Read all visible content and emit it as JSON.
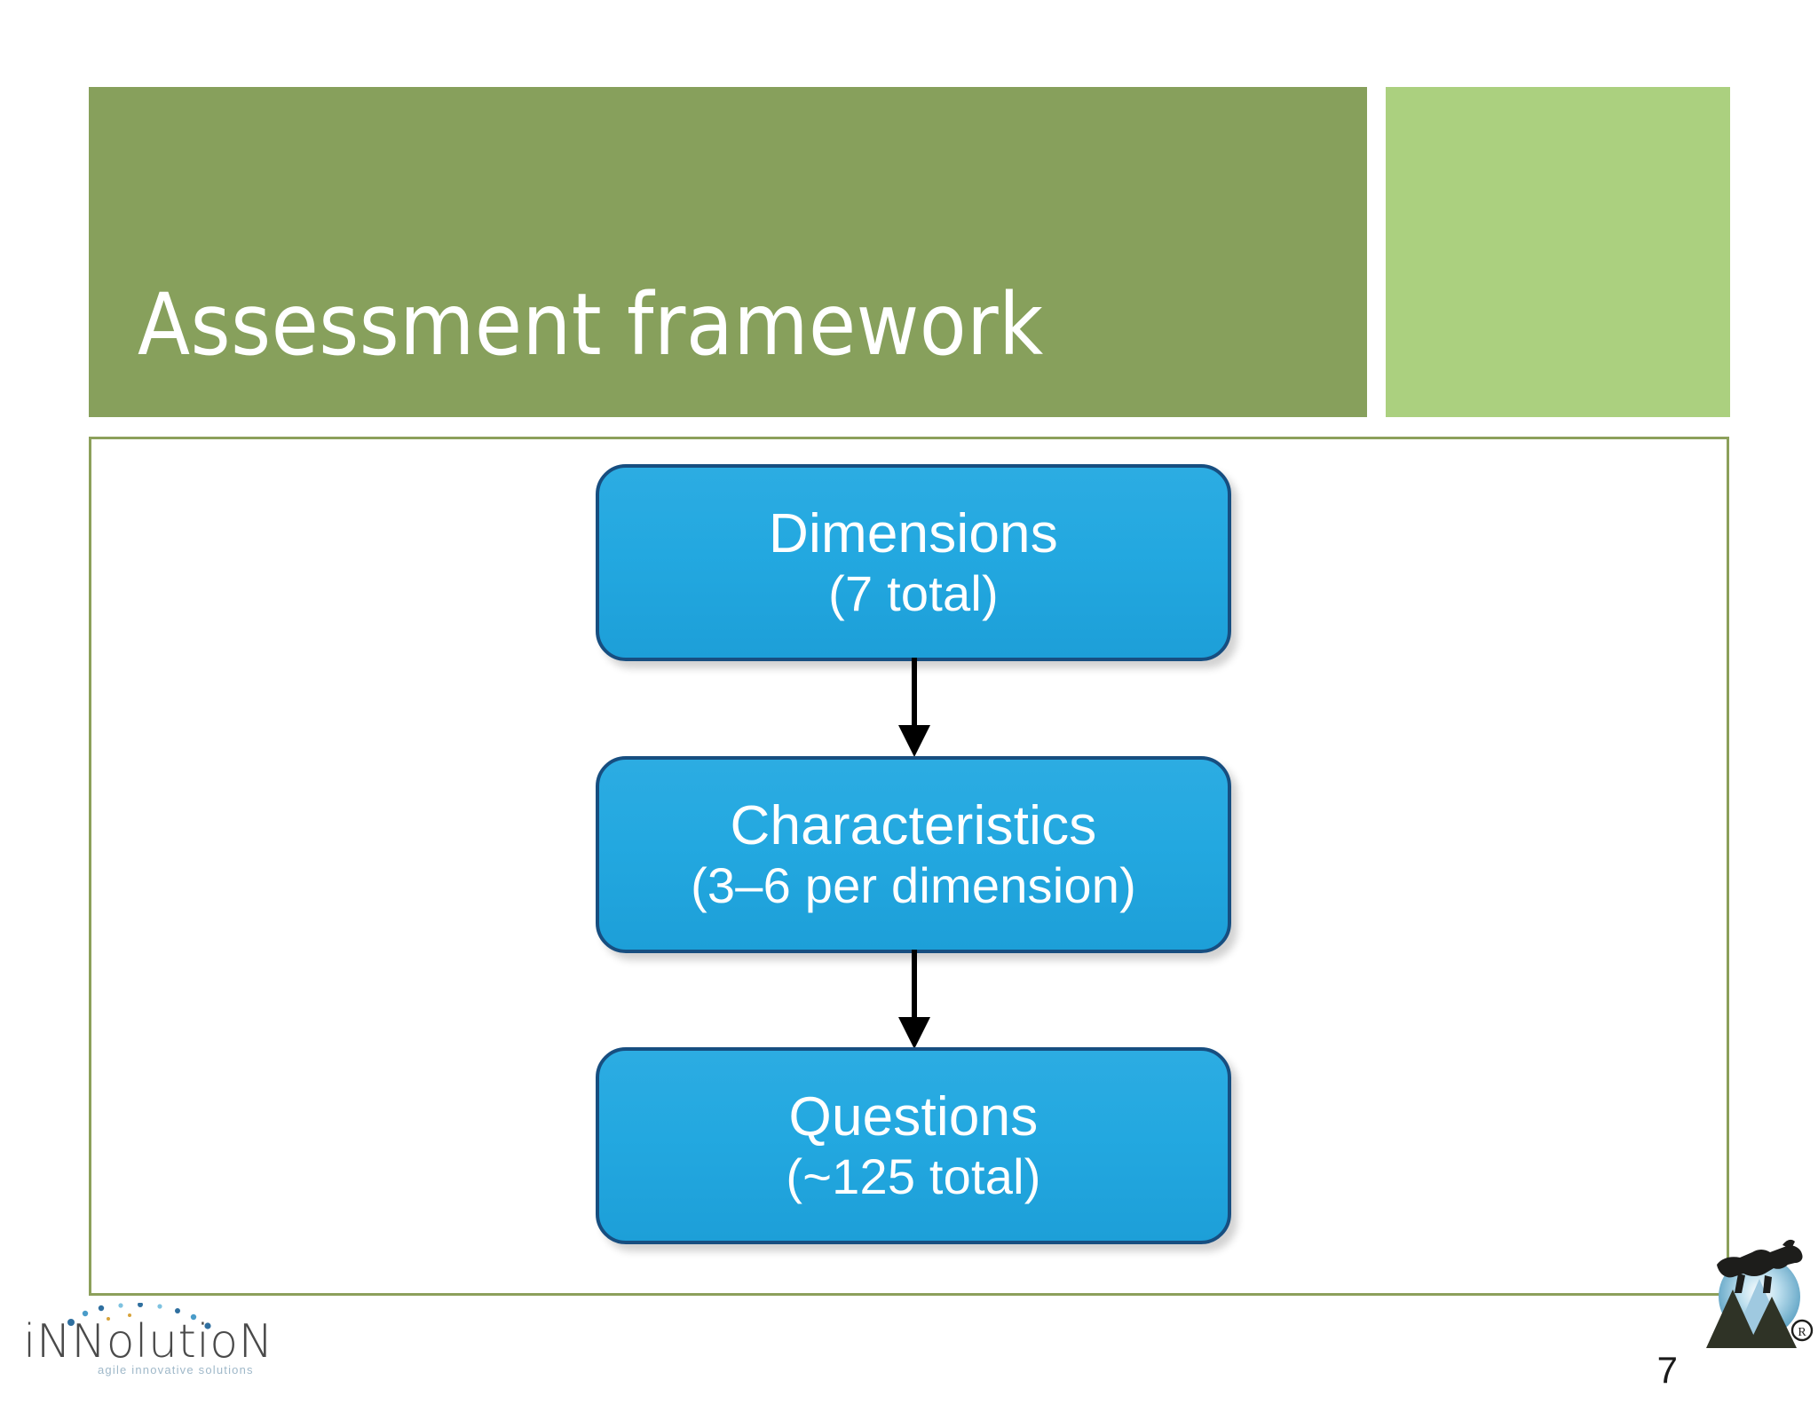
{
  "slide": {
    "title": "Assessment framework",
    "page_number": "7",
    "colors": {
      "title_band_green": "#87A05C",
      "accent_green": "#ABD07F",
      "frame_border_green": "#8CA05B",
      "box_fill_blue": "#23A8E0",
      "box_border_blue": "#174E80",
      "box_text_white": "#FFFFFF",
      "arrow_black": "#000000"
    }
  },
  "diagram": {
    "type": "flow",
    "orientation": "vertical",
    "boxes": [
      {
        "title": "Dimensions",
        "subtitle": "(7 total)"
      },
      {
        "title": "Characteristics",
        "subtitle": "(3–6 per dimension)"
      },
      {
        "title": "Questions",
        "subtitle": "(~125 total)"
      }
    ],
    "connectors": [
      {
        "from": "Dimensions",
        "to": "Characteristics",
        "style": "down-arrow"
      },
      {
        "from": "Characteristics",
        "to": "Questions",
        "style": "down-arrow"
      }
    ]
  },
  "branding": {
    "innolution": {
      "wordmark": "iNNolutioN",
      "tagline": "agile innovative solutions"
    },
    "goat_logo": {
      "registered_mark": "®"
    }
  }
}
